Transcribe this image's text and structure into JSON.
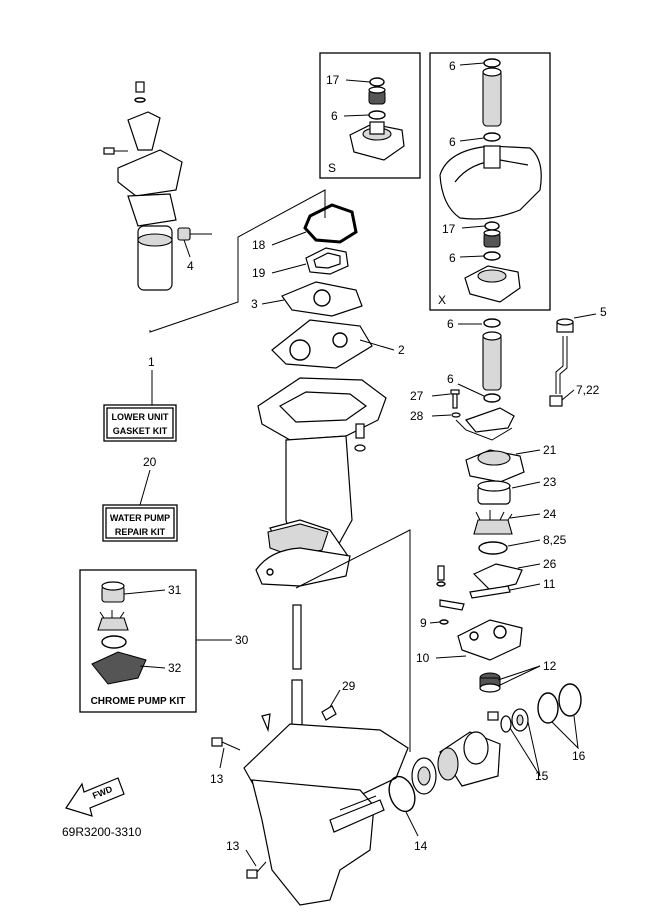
{
  "callouts": {
    "c1": "1",
    "c2": "2",
    "c3": "3",
    "c4": "4",
    "c5": "5",
    "c6a": "6",
    "c6b": "6",
    "c6c": "6",
    "c6d": "6",
    "c6e": "6",
    "c6f": "6",
    "c722": "7,22",
    "c825": "8,25",
    "c9": "9",
    "c10": "10",
    "c11": "11",
    "c12": "12",
    "c13a": "13",
    "c13b": "13",
    "c14": "14",
    "c15": "15",
    "c16": "16",
    "c17a": "17",
    "c17b": "17",
    "c18": "18",
    "c19": "19",
    "c20": "20",
    "c21": "21",
    "c23": "23",
    "c24": "24",
    "c26": "26",
    "c27": "27",
    "c28": "28",
    "c29": "29",
    "c30": "30",
    "c31": "31",
    "c32": "32"
  },
  "boxes": {
    "box_s_label": "S",
    "box_x_label": "X"
  },
  "kits": {
    "lower_unit_line1": "LOWER UNIT",
    "lower_unit_line2": "GASKET KIT",
    "water_pump_line1": "WATER PUMP",
    "water_pump_line2": "REPAIR KIT",
    "chrome_pump": "CHROME PUMP KIT"
  },
  "fwd_label": "FWD",
  "drawing_number": "69R3200-3310"
}
